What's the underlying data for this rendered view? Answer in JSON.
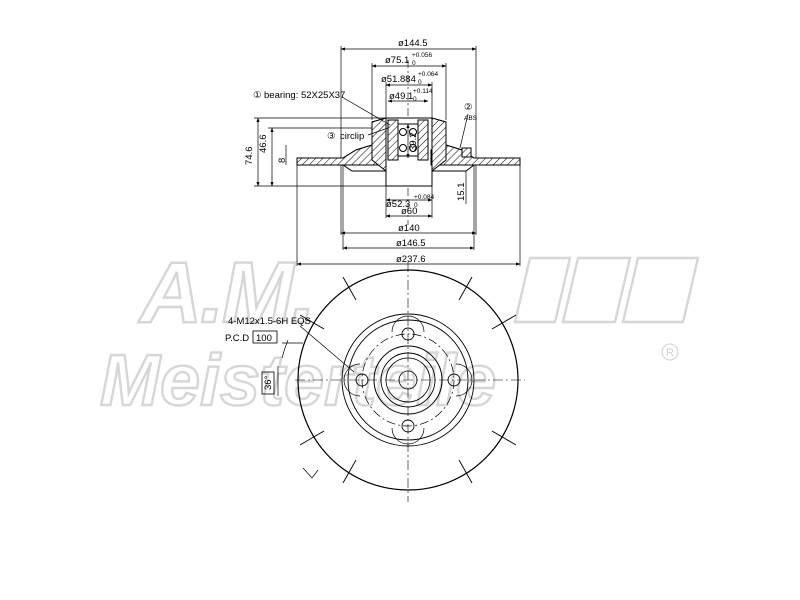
{
  "watermark": {
    "top": "A.M.",
    "bottom": "Meisterteile",
    "registered": "R"
  },
  "diameters": {
    "d1445": "ø144.5",
    "d751": "ø75.1",
    "d751_tol": "+0.056",
    "d751_low": "0",
    "d51884": "ø51.884",
    "d51884_tol": "+0.064",
    "d51884_low": "0",
    "d491": "ø49.1",
    "d491_tol": "+0.114",
    "d491_low": "0",
    "d523": "ø52.3",
    "d523_tol": "+0.084",
    "d523_low": "0",
    "d60": "ø60",
    "d140": "ø140",
    "d1465": "ø146.5",
    "d2376": "ø237.6"
  },
  "heights": {
    "h746": "74.6",
    "h466": "46.6",
    "h8": "8",
    "h392": "39.2",
    "h151": "15.1"
  },
  "callouts": {
    "bearing_num": "①",
    "bearing": "bearing: 52X25X37",
    "circlip_num": "③",
    "circlip": "circlip",
    "abs_num": "②",
    "abs": "ABS"
  },
  "front": {
    "thread": "4-M12x1.5-6H EQS",
    "pcd_label": "P.C.D",
    "pcd_value": "100",
    "angle": "36°"
  }
}
